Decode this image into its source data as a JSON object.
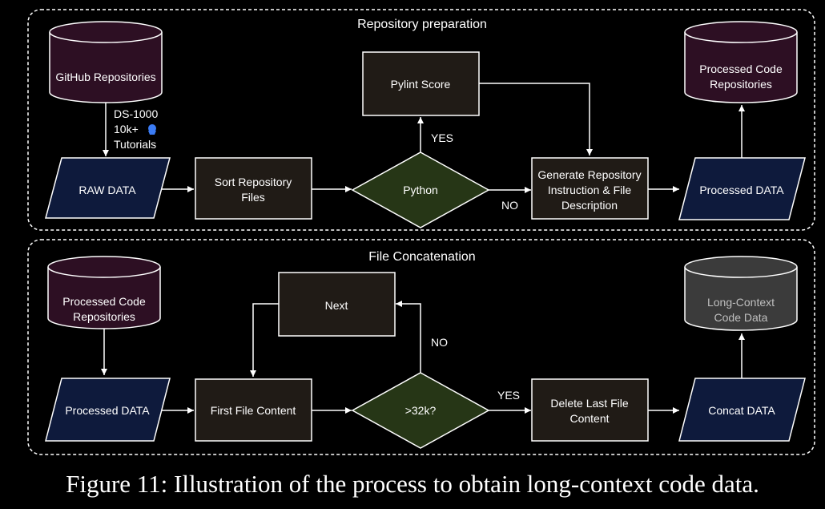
{
  "sections": {
    "top": {
      "title": "Repository preparation"
    },
    "bottom": {
      "title": "File Concatenation"
    }
  },
  "nodes": {
    "github": {
      "label": "GitHub Repositories"
    },
    "raw_data": {
      "label": "RAW DATA"
    },
    "sort_files": {
      "label": [
        "Sort Repository",
        "Files"
      ]
    },
    "python": {
      "label": "Python"
    },
    "pylint": {
      "label": "Pylint Score"
    },
    "generate": {
      "label": [
        "Generate Repository",
        "Instruction & File",
        "Description"
      ]
    },
    "processed_data_top": {
      "label": "Processed DATA"
    },
    "processed_repos_top": {
      "label": [
        "Processed Code",
        "Repositories"
      ]
    },
    "processed_repos_bottom": {
      "label": [
        "Processed Code",
        "Repositories"
      ]
    },
    "processed_data_bottom": {
      "label": "Processed DATA"
    },
    "first_file": {
      "label": "First File Content"
    },
    "next": {
      "label": "Next"
    },
    "threshold": {
      "label": ">32k?"
    },
    "delete_last": {
      "label": [
        "Delete Last File",
        "Content"
      ]
    },
    "concat_data": {
      "label": "Concat DATA"
    },
    "long_context": {
      "label": [
        "Long-Context",
        "Code Data"
      ]
    }
  },
  "edge_labels": {
    "sources": [
      "DS-1000",
      "10k+",
      "Tutorials"
    ],
    "yes_top": "YES",
    "no_top": "NO",
    "no_bottom": "NO",
    "yes_bottom": "YES"
  },
  "icons": {
    "sources_icon": "kaggle-icon"
  },
  "colors": {
    "background": "#000000",
    "cylinder_fill": "#2d0f23",
    "parallelogram_fill": "#0e1a3c",
    "process_fill": "#201b16",
    "decision_fill": "#263616",
    "output_cylinder_fill": "#3b3b3b",
    "stroke": "#ffffff",
    "muted_text": "#bfbfbf"
  },
  "caption": "Figure 11: Illustration of the process to obtain long-context code data."
}
